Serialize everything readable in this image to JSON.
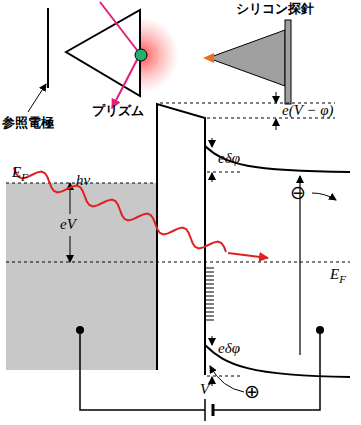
{
  "diagram": {
    "labels": [
      "シリコン探針",
      "プリズム",
      "参照電極",
      "e(V − φ)",
      "eδφ",
      "hν",
      "EF",
      "eV",
      "EF",
      "eδφ",
      "⊖",
      "⊕",
      "V"
    ]
  }
}
